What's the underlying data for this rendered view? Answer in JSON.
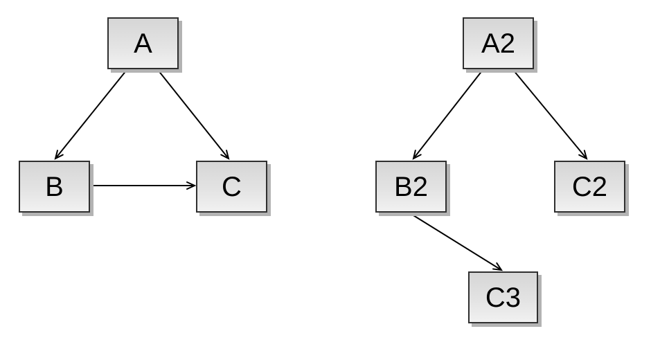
{
  "diagrams": [
    {
      "name": "left-graph",
      "nodes": [
        {
          "id": "A",
          "label": "A"
        },
        {
          "id": "B",
          "label": "B"
        },
        {
          "id": "C",
          "label": "C"
        }
      ],
      "edges": [
        {
          "from": "A",
          "to": "B"
        },
        {
          "from": "A",
          "to": "C"
        },
        {
          "from": "B",
          "to": "C"
        }
      ]
    },
    {
      "name": "right-graph",
      "nodes": [
        {
          "id": "A2",
          "label": "A2"
        },
        {
          "id": "B2",
          "label": "B2"
        },
        {
          "id": "C2",
          "label": "C2"
        },
        {
          "id": "C3",
          "label": "C3"
        }
      ],
      "edges": [
        {
          "from": "A2",
          "to": "B2"
        },
        {
          "from": "A2",
          "to": "C2"
        },
        {
          "from": "B2",
          "to": "C3"
        }
      ]
    }
  ],
  "style": {
    "background": "#ffffff",
    "node_fill_top": "#d6d6d6",
    "node_fill_bottom": "#f1f1f1",
    "node_border": "#2f2f2f",
    "node_shadow": "#b3b3b3",
    "arrow_color": "#000000",
    "label_color": "#000000"
  }
}
